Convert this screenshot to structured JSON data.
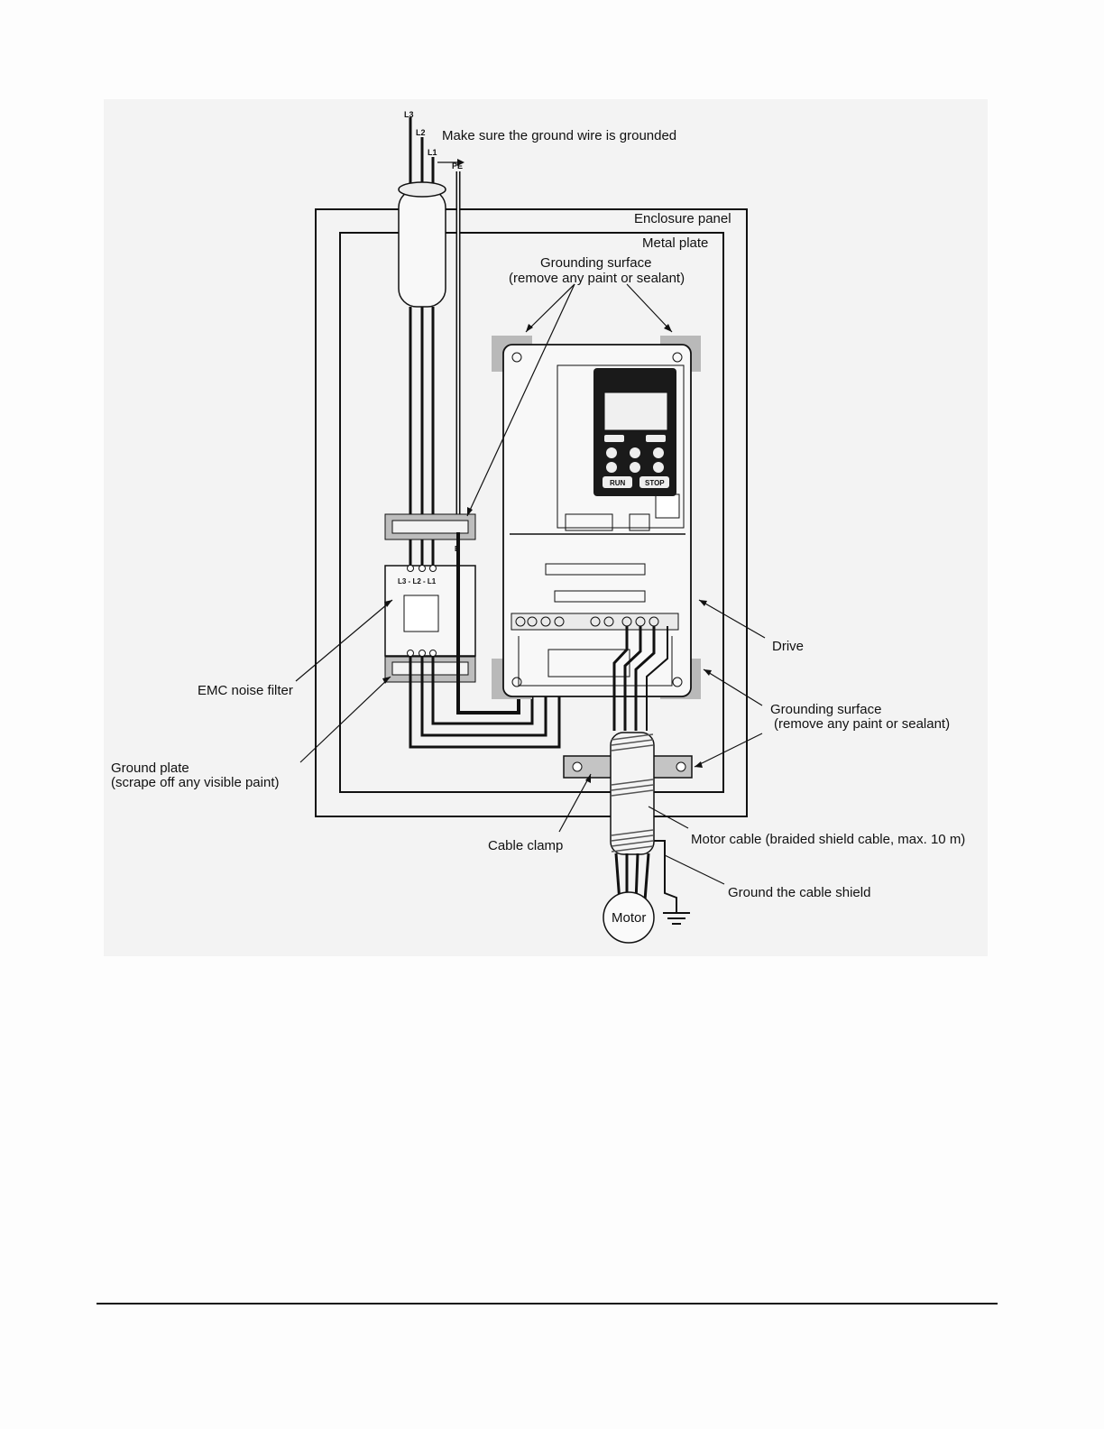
{
  "diagram": {
    "wires": {
      "l3": "L3",
      "l2": "L2",
      "l1": "L1",
      "pe": "PE"
    },
    "callouts": {
      "ground_wire": "Make sure the ground wire is grounded",
      "enclosure_panel": "Enclosure panel",
      "metal_plate": "Metal plate",
      "grounding_surface_top_1": "Grounding surface",
      "grounding_surface_top_2": "(remove any paint or sealant)",
      "drive": "Drive",
      "emc_filter": "EMC noise filter",
      "grounding_surface_bottom_1": "Grounding surface",
      "grounding_surface_bottom_2": "(remove any paint or sealant)",
      "ground_plate_1": "Ground plate",
      "ground_plate_2": "(scrape off any visible paint)",
      "cable_clamp": "Cable clamp",
      "motor_cable": "Motor cable (braided shield cable, max. 10 m)",
      "ground_cable_shield": "Ground the cable shield",
      "motor": "Motor"
    },
    "filter_terminals": "L3 - L2 - L1",
    "filter_ground_terminal": "E",
    "keypad": {
      "run": "RUN",
      "stop": "STOP"
    }
  },
  "colors": {
    "line": "#111111",
    "grounding_pad": "#b9b9b9",
    "figure_background": "#f3f3f3"
  },
  "icons": [
    "ground-symbol-icon",
    "motor-icon"
  ]
}
